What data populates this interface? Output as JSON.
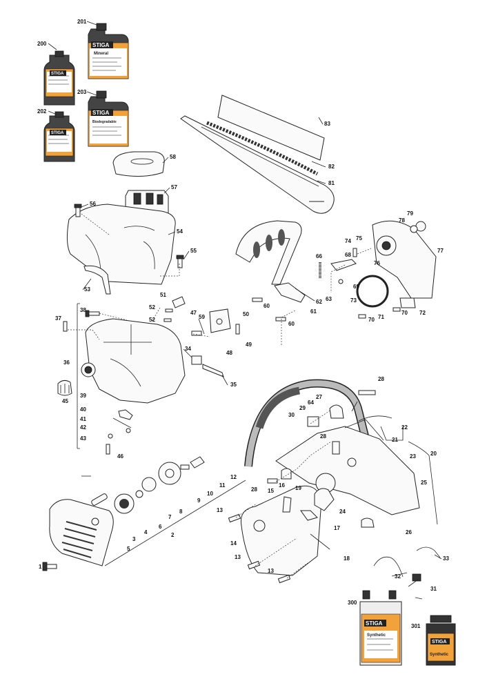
{
  "brand": "STIGA",
  "products": {
    "p200": {
      "label": "200"
    },
    "p201": {
      "label": "201",
      "name": "Mineral"
    },
    "p202": {
      "label": "202"
    },
    "p203": {
      "label": "203",
      "name": "Biodegradable"
    },
    "p300": {
      "label": "300",
      "name": "Synthetic"
    },
    "p301": {
      "label": "301",
      "name": "Synthetic"
    }
  },
  "callouts": [
    {
      "id": "1",
      "text": "1"
    },
    {
      "id": "2",
      "text": "2"
    },
    {
      "id": "3",
      "text": "3"
    },
    {
      "id": "4",
      "text": "4"
    },
    {
      "id": "5",
      "text": "5"
    },
    {
      "id": "6",
      "text": "6"
    },
    {
      "id": "7",
      "text": "7"
    },
    {
      "id": "8",
      "text": "8"
    },
    {
      "id": "9",
      "text": "9"
    },
    {
      "id": "10",
      "text": "10"
    },
    {
      "id": "11",
      "text": "11"
    },
    {
      "id": "12",
      "text": "12"
    },
    {
      "id": "13a",
      "text": "13"
    },
    {
      "id": "13b",
      "text": "13"
    },
    {
      "id": "13c",
      "text": "13"
    },
    {
      "id": "14",
      "text": "14"
    },
    {
      "id": "15",
      "text": "15"
    },
    {
      "id": "16",
      "text": "16"
    },
    {
      "id": "17",
      "text": "17"
    },
    {
      "id": "18",
      "text": "18"
    },
    {
      "id": "19",
      "text": "19"
    },
    {
      "id": "20",
      "text": "20"
    },
    {
      "id": "21",
      "text": "21"
    },
    {
      "id": "22",
      "text": "22"
    },
    {
      "id": "23",
      "text": "23"
    },
    {
      "id": "24",
      "text": "24"
    },
    {
      "id": "25",
      "text": "25"
    },
    {
      "id": "26",
      "text": "26"
    },
    {
      "id": "27",
      "text": "27"
    },
    {
      "id": "28a",
      "text": "28"
    },
    {
      "id": "28b",
      "text": "28"
    },
    {
      "id": "28c",
      "text": "28"
    },
    {
      "id": "29",
      "text": "29"
    },
    {
      "id": "30",
      "text": "30"
    },
    {
      "id": "31",
      "text": "31"
    },
    {
      "id": "32",
      "text": "32"
    },
    {
      "id": "33",
      "text": "33"
    },
    {
      "id": "34",
      "text": "34"
    },
    {
      "id": "35",
      "text": "35"
    },
    {
      "id": "36",
      "text": "36"
    },
    {
      "id": "37",
      "text": "37"
    },
    {
      "id": "38",
      "text": "38"
    },
    {
      "id": "39",
      "text": "39"
    },
    {
      "id": "40",
      "text": "40"
    },
    {
      "id": "41",
      "text": "41"
    },
    {
      "id": "42",
      "text": "42"
    },
    {
      "id": "43",
      "text": "43"
    },
    {
      "id": "45",
      "text": "45"
    },
    {
      "id": "46",
      "text": "46"
    },
    {
      "id": "47",
      "text": "47"
    },
    {
      "id": "48",
      "text": "48"
    },
    {
      "id": "49",
      "text": "49"
    },
    {
      "id": "50",
      "text": "50"
    },
    {
      "id": "51",
      "text": "51"
    },
    {
      "id": "52a",
      "text": "52"
    },
    {
      "id": "52b",
      "text": "52"
    },
    {
      "id": "53",
      "text": "53"
    },
    {
      "id": "54",
      "text": "54"
    },
    {
      "id": "55",
      "text": "55"
    },
    {
      "id": "56",
      "text": "56"
    },
    {
      "id": "57",
      "text": "57"
    },
    {
      "id": "58",
      "text": "58"
    },
    {
      "id": "59",
      "text": "59"
    },
    {
      "id": "60a",
      "text": "60"
    },
    {
      "id": "60b",
      "text": "60"
    },
    {
      "id": "61",
      "text": "61"
    },
    {
      "id": "62",
      "text": "62"
    },
    {
      "id": "63",
      "text": "63"
    },
    {
      "id": "64",
      "text": "64"
    },
    {
      "id": "66",
      "text": "66"
    },
    {
      "id": "68",
      "text": "68"
    },
    {
      "id": "69",
      "text": "69"
    },
    {
      "id": "70a",
      "text": "70"
    },
    {
      "id": "70b",
      "text": "70"
    },
    {
      "id": "71",
      "text": "71"
    },
    {
      "id": "72",
      "text": "72"
    },
    {
      "id": "73",
      "text": "73"
    },
    {
      "id": "74",
      "text": "74"
    },
    {
      "id": "75",
      "text": "75"
    },
    {
      "id": "76",
      "text": "76"
    },
    {
      "id": "77",
      "text": "77"
    },
    {
      "id": "78",
      "text": "78"
    },
    {
      "id": "79",
      "text": "79"
    },
    {
      "id": "81",
      "text": "81"
    },
    {
      "id": "82",
      "text": "82"
    },
    {
      "id": "83",
      "text": "83"
    }
  ]
}
